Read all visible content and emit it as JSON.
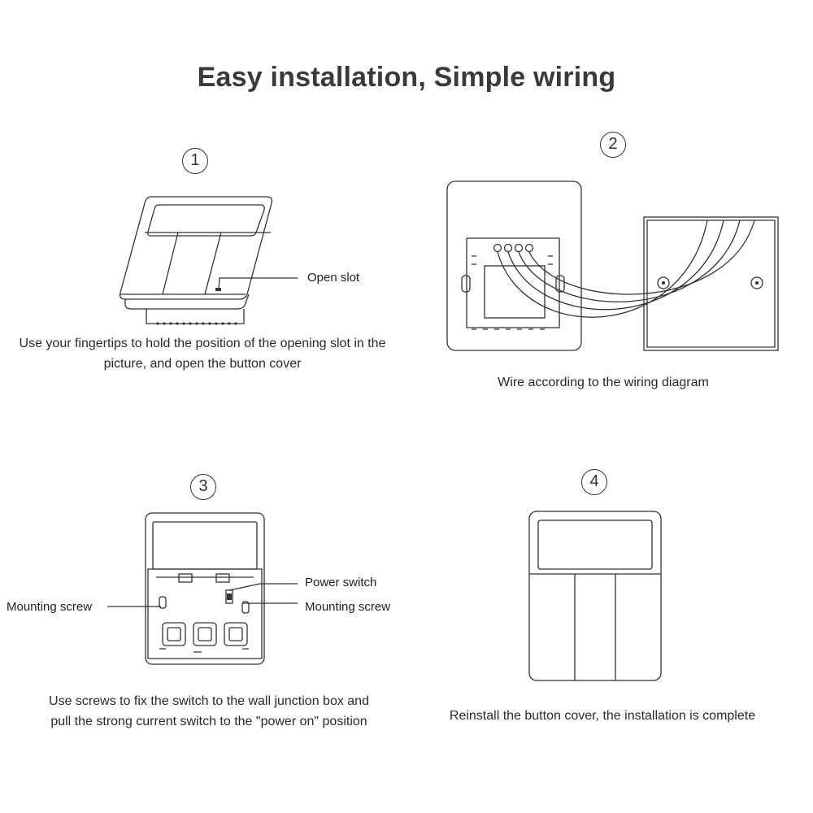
{
  "title": "Easy installation, Simple wiring",
  "steps": [
    {
      "number": "1",
      "caption_line1": "Use your fingertips to hold the position of the opening slot in the",
      "caption_line2": "picture, and open the button cover",
      "callouts": {
        "open_slot": "Open slot"
      }
    },
    {
      "number": "2",
      "caption_line1": "Wire according to the wiring diagram"
    },
    {
      "number": "3",
      "caption_line1": "Use screws to fix the switch to the wall junction box and",
      "caption_line2": "pull the strong current switch to the \"power on\" position",
      "callouts": {
        "power_switch": "Power switch",
        "mounting_screw_left": "Mounting screw",
        "mounting_screw_right": "Mounting screw"
      }
    },
    {
      "number": "4",
      "caption_line1": "Reinstall the button cover, the installation is complete"
    }
  ]
}
